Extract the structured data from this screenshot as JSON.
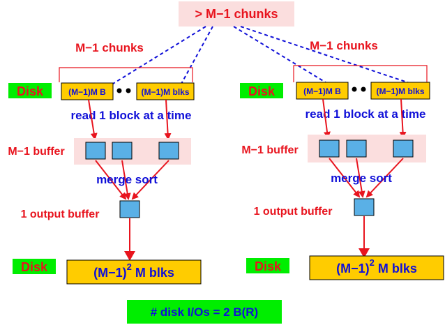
{
  "top_label": "> M−1 chunks",
  "total_io": "# disk I/Os = 2 B(R)",
  "panels": [
    {
      "chunks_label": "M−1 chunks",
      "disk_top": "Disk",
      "chunk_left": "(M−1)M B",
      "chunk_right": "(M−1)M blks",
      "read_label": "read 1 block at a time",
      "buffer_label": "M−1 buffer",
      "merge_label": "merge sort",
      "output_label": "1 output buffer",
      "disk_bottom": "Disk",
      "result_base": "(M−1)",
      "result_exp": "2",
      "result_tail": " M blks"
    },
    {
      "chunks_label": "M−1 chunks",
      "disk_top": "Disk",
      "chunk_left": "(M−1)M B",
      "chunk_right": "(M−1)M blks",
      "read_label": "read 1 block at a time",
      "buffer_label": "M−1 buffer",
      "merge_label": "merge sort",
      "output_label": "1 output buffer",
      "disk_bottom": "Disk",
      "result_base": "(M−1)",
      "result_exp": "2",
      "result_tail": " M blks"
    }
  ],
  "colors": {
    "red": "#e8141e",
    "blue": "#1010d8",
    "pink": "#fbdede",
    "gold": "#ffcc00",
    "green": "#00ee00",
    "block": "#5ab0e6"
  }
}
